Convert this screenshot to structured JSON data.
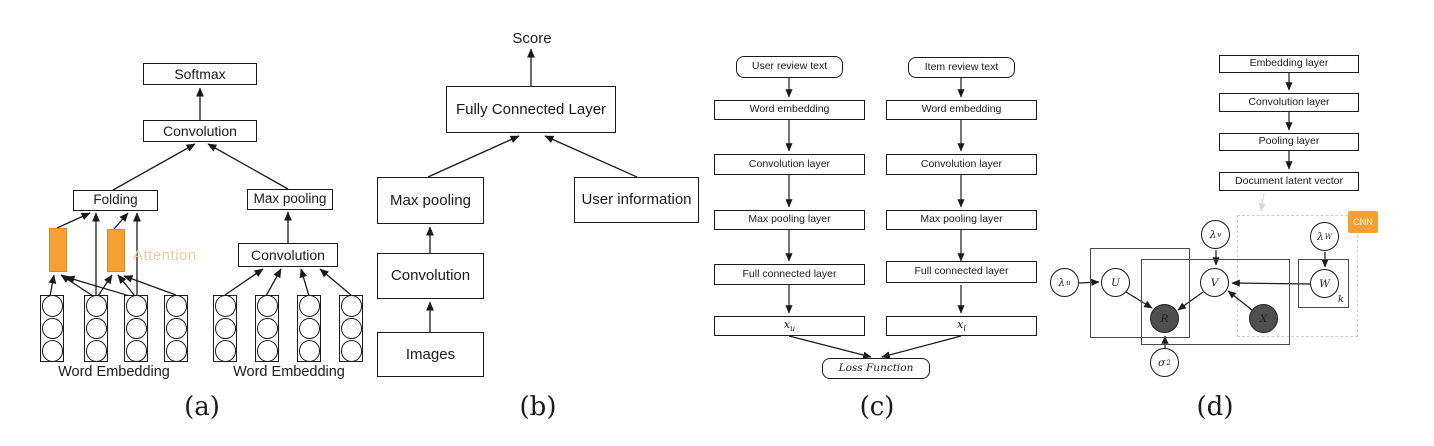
{
  "captions": {
    "a": "(a)",
    "b": "(b)",
    "c": "(c)",
    "d": "(d)"
  },
  "colors": {
    "accent_orange": "#F5A033",
    "attention_text": "#F3C9A2"
  },
  "diagram_a": {
    "softmax_label": "Softmax",
    "convolution_top_label": "Convolution",
    "folding_label": "Folding",
    "max_pooling_label": "Max pooling",
    "convolution_right_label": "Convolution",
    "attention_label": "Attention",
    "word_embedding_left_label": "Word Embedding",
    "word_embedding_right_label": "Word Embedding"
  },
  "diagram_b": {
    "score_label": "Score",
    "fully_connected_label": "Fully Connected Layer",
    "max_pooling_label": "Max pooling",
    "user_information_label": "User information",
    "convolution_label": "Convolution",
    "images_label": "Images"
  },
  "diagram_c": {
    "left_source": "User review text",
    "right_source": "Item review text",
    "layers": [
      "Word embedding",
      "Convolution layer",
      "Max pooling layer",
      "Full connected layer"
    ],
    "left_output": {
      "main": "x",
      "sub": "u"
    },
    "right_output": {
      "main": "x",
      "sub": "i"
    },
    "loss_label": "Loss Function"
  },
  "diagram_d": {
    "layers": [
      "Embedding layer",
      "Convolution layer",
      "Pooling layer",
      "Document latent vector"
    ],
    "cnn_badge": "CNN",
    "plate_k_label": "k",
    "nodes": {
      "lambda_u": {
        "main": "λ",
        "sub": "u"
      },
      "user_factor": "U",
      "rating": "R",
      "sigma": {
        "main": "σ",
        "sup": "2"
      },
      "lambda_v": {
        "main": "λ",
        "sub": "v"
      },
      "item_factor": "V",
      "document": "X",
      "lambda_w": {
        "main": "λ",
        "sub": "W"
      },
      "weights": "W"
    }
  }
}
